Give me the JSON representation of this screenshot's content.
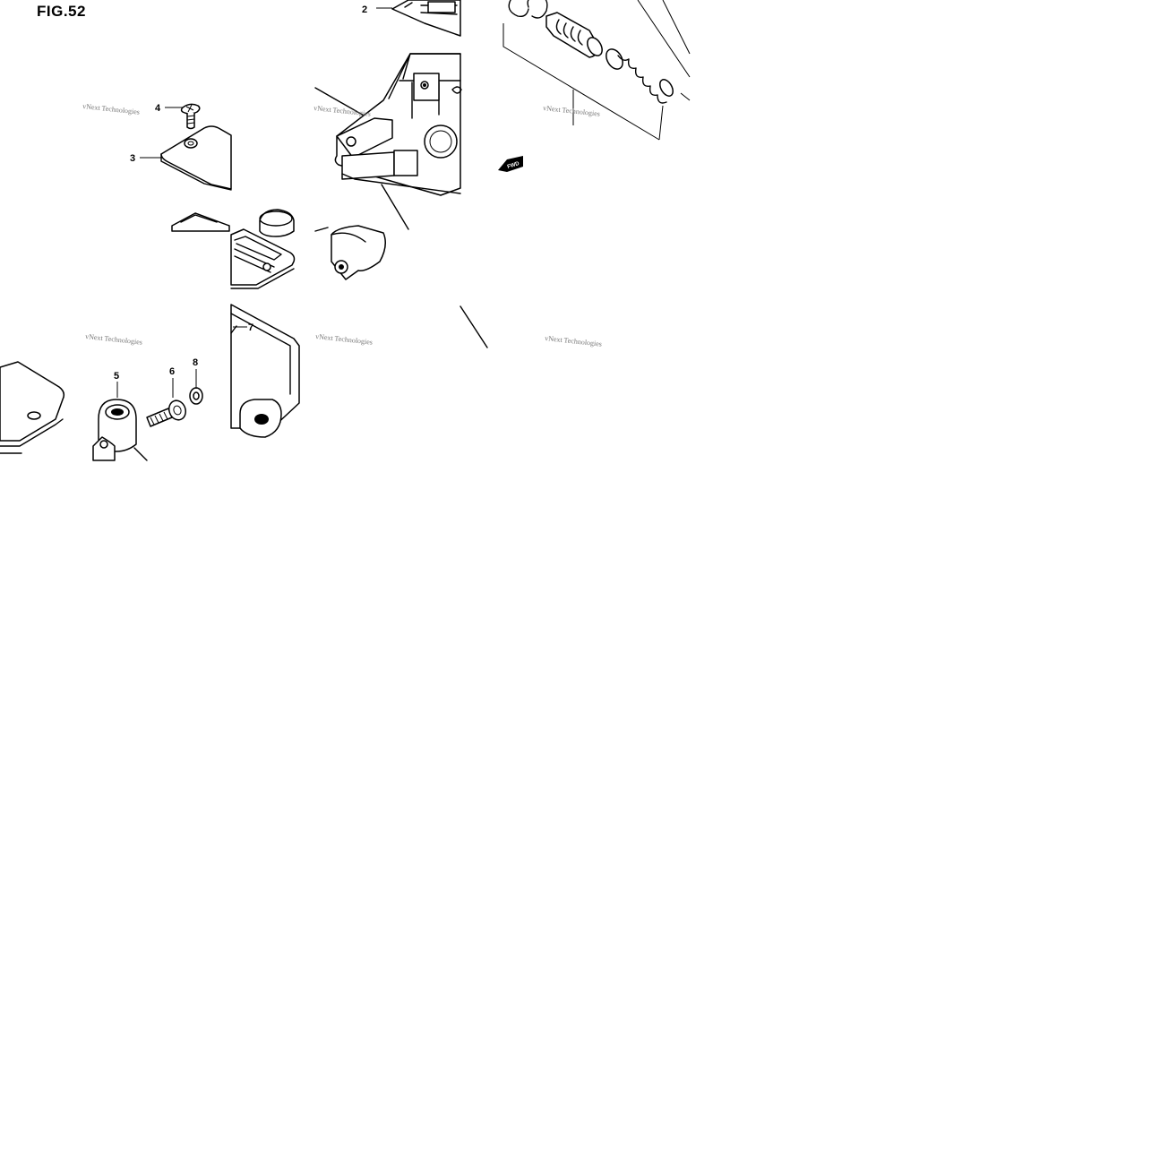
{
  "figure": {
    "title": "FIG.52"
  },
  "callouts": [
    {
      "id": "2",
      "label": "2"
    },
    {
      "id": "3",
      "label": "3"
    },
    {
      "id": "4",
      "label": "4"
    },
    {
      "id": "5",
      "label": "5"
    },
    {
      "id": "6",
      "label": "6"
    },
    {
      "id": "7",
      "label": "7"
    },
    {
      "id": "8",
      "label": "8"
    }
  ],
  "watermark": {
    "text": "vNext Technologies"
  },
  "direction_marker": {
    "label": "FWD"
  }
}
